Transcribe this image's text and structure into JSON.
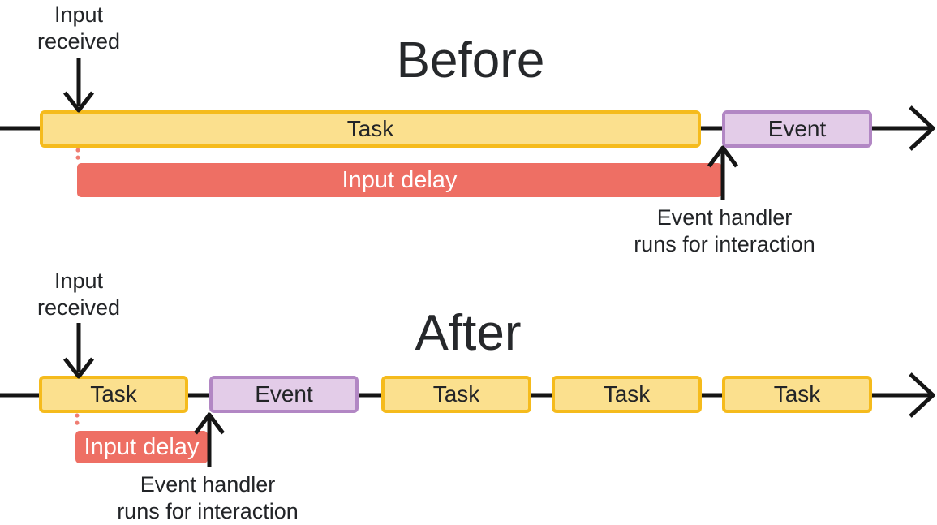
{
  "colors": {
    "task_fill": "#FBE08E",
    "task_border": "#F5BB1D",
    "event_fill": "#E3CCE8",
    "event_border": "#B287C4",
    "delay_fill": "#EE6F64",
    "dotted": "#EF7D72",
    "line": "#151515",
    "text": "#222427",
    "title": "#26282b"
  },
  "before": {
    "title": "Before",
    "input_received": "Input\nreceived",
    "task_label": "Task",
    "event_label": "Event",
    "input_delay_label": "Input delay",
    "event_handler": "Event handler\nruns for interaction"
  },
  "after": {
    "title": "After",
    "input_received": "Input\nreceived",
    "task_labels": [
      "Task",
      "Task",
      "Task",
      "Task"
    ],
    "event_label": "Event",
    "input_delay_label": "Input delay",
    "event_handler": "Event handler\nruns for interaction"
  }
}
